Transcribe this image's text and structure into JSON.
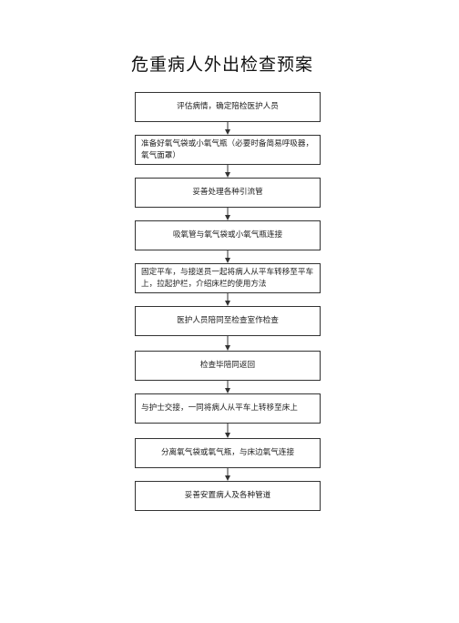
{
  "title": "危重病人外出检查预案",
  "steps": [
    {
      "text": "评估病情，确定陪检医护人员",
      "align": "center"
    },
    {
      "text": "准备好氧气袋或小氧气瓶（必要时备简易呼吸器，氧气面罩）",
      "align": "left"
    },
    {
      "text": "妥善处理各种引流管",
      "align": "center"
    },
    {
      "text": "吸氧管与氧气袋或小氧气瓶连接",
      "align": "center"
    },
    {
      "text": "固定平车，与接送员一起将病人从平车转移至平车上，拉起护栏，介绍床栏的使用方法",
      "align": "left"
    },
    {
      "text": "医护人员陪同至检查室作检查",
      "align": "center"
    },
    {
      "text": "检查毕陪同返回",
      "align": "center"
    },
    {
      "text": "与护士交接，一同将病人从平车上转移至床上",
      "align": "left"
    },
    {
      "text": "分离氧气袋或氧气瓶，与床边氧气连接",
      "align": "center"
    },
    {
      "text": "妥善安置病人及各种管道",
      "align": "center"
    }
  ],
  "colors": {
    "border": "#333333",
    "text": "#222222",
    "background": "#ffffff"
  }
}
